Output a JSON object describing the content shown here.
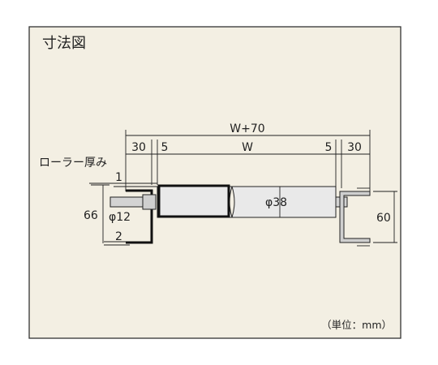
{
  "title": "寸法図",
  "unit_note": "（単位：mm）",
  "dimensions": {
    "overall_width": "W+70",
    "left_margin": "30",
    "left_gap": "5",
    "roller_width": "W",
    "right_gap": "5",
    "right_margin": "30",
    "roller_thickness_label": "ローラー厚み",
    "thickness_top": "1",
    "thickness_bottom": "2",
    "frame_height_left": "66",
    "shaft_diameter": "φ12",
    "roller_diameter": "φ38",
    "frame_height_right": "60"
  }
}
